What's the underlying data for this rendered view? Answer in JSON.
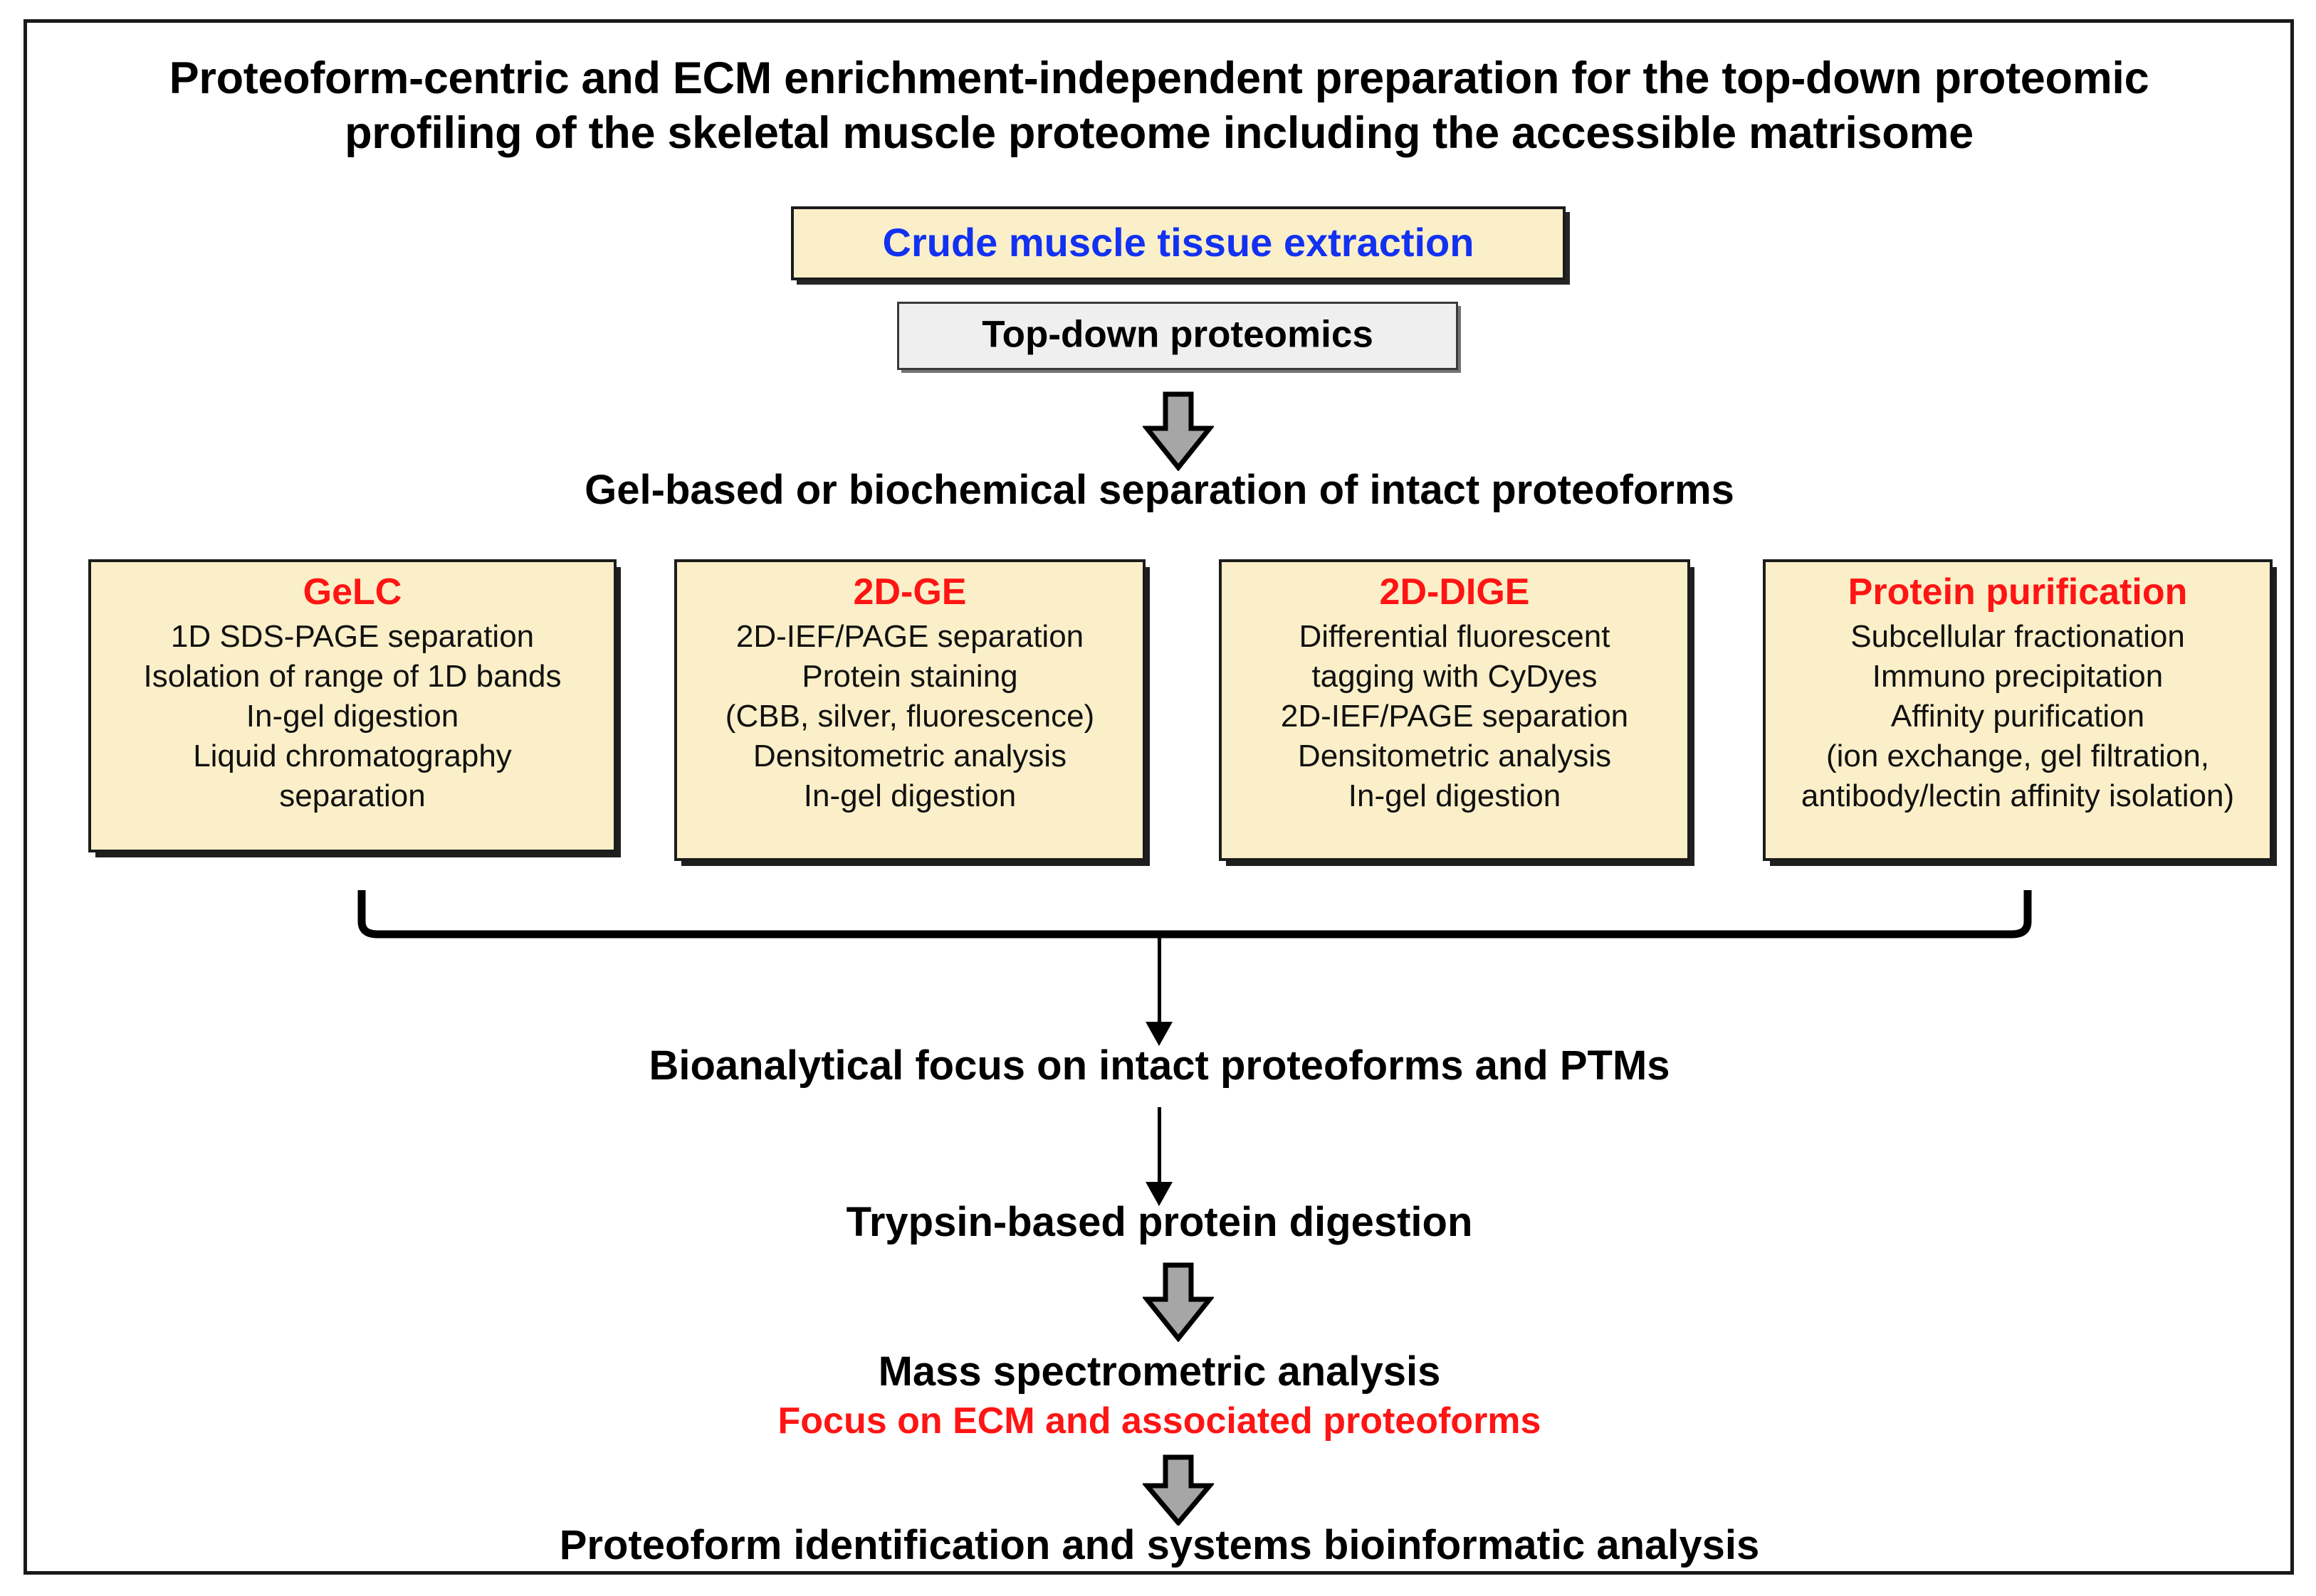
{
  "figure": {
    "title_line1": "Proteoform-centric and ECM enrichment-independent preparation for the top-down proteomic",
    "title_line2": "profiling of the skeletal muscle proteome including the accessible matrisome"
  },
  "colors": {
    "box_fill": "#FAEFC8",
    "grey_box_fill": "#EFEFEF",
    "accent_blue": "#1231F0",
    "accent_red": "#FF1414",
    "text_black": "#000000",
    "arrow_grey": "#A6A6A6",
    "frame_black": "#1A1A1A"
  },
  "flow": {
    "crude_extraction": "Crude muscle tissue extraction",
    "top_down_proteomics": "Top-down proteomics",
    "separation_heading": "Gel-based or biochemical separation of intact proteoforms",
    "bioanalytical_focus": "Bioanalytical focus on intact proteoforms and PTMs",
    "trypsin_digestion": "Trypsin-based protein digestion",
    "mass_spec": "Mass spectrometric analysis",
    "mass_spec_sub": "Focus on ECM and associated proteoforms",
    "final_step": "Proteoform identification and systems bioinformatic analysis"
  },
  "panels": [
    {
      "id": "gelc",
      "title": "GeLC",
      "lines": [
        "1D SDS-PAGE separation",
        "Isolation of range of 1D bands",
        "In-gel digestion",
        "Liquid chromatography",
        "separation"
      ]
    },
    {
      "id": "2dge",
      "title": "2D-GE",
      "lines": [
        "2D-IEF/PAGE separation",
        "Protein staining",
        "(CBB, silver, fluorescence)",
        "Densitometric analysis",
        "In-gel digestion"
      ]
    },
    {
      "id": "2ddige",
      "title": "2D-DIGE",
      "lines": [
        "Differential fluorescent",
        "tagging with CyDyes",
        "2D-IEF/PAGE separation",
        "Densitometric analysis",
        "In-gel digestion"
      ]
    },
    {
      "id": "purification",
      "title": "Protein purification",
      "lines": [
        "Subcellular fractionation",
        "Immuno precipitation",
        "Affinity purification",
        "(ion exchange, gel filtration,",
        "antibody/lectin affinity isolation)"
      ]
    }
  ],
  "arrows": {
    "a1_name": "down-block-arrow-to-separation",
    "a2_name": "down-thin-arrow-to-bioanalytical",
    "a3_name": "down-thin-arrow-to-trypsin",
    "a4_name": "down-block-arrow-to-massspec",
    "a5_name": "down-block-arrow-to-identification"
  }
}
